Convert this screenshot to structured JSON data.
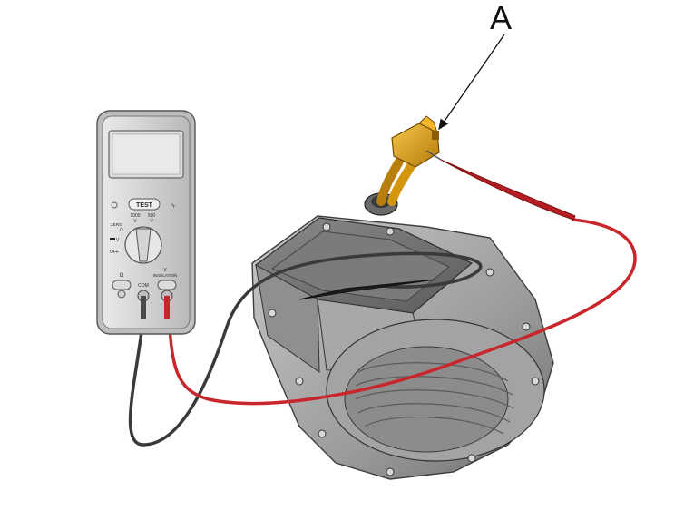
{
  "callout": {
    "label": "A"
  },
  "multimeter": {
    "test_button": "TEST",
    "range_1000v": "1000",
    "range_1000v_unit": "V",
    "range_500v": "500",
    "range_500v_unit": "V",
    "zero_label": "ZERO",
    "ohm_symbol": "Ω",
    "volt_label": "V",
    "off_label": "OFF",
    "jack_ohm_label": "Ω",
    "jack_com_label": "COM",
    "jack_v_label": "V",
    "jack_insulation_label": "INSULATION"
  },
  "colors": {
    "red_lead": "#c8262b",
    "black_lead": "#3a3a3a",
    "connector": "#e0a018",
    "meter_body": "#cfcfcf",
    "motor_body": "#9a9a9a"
  }
}
